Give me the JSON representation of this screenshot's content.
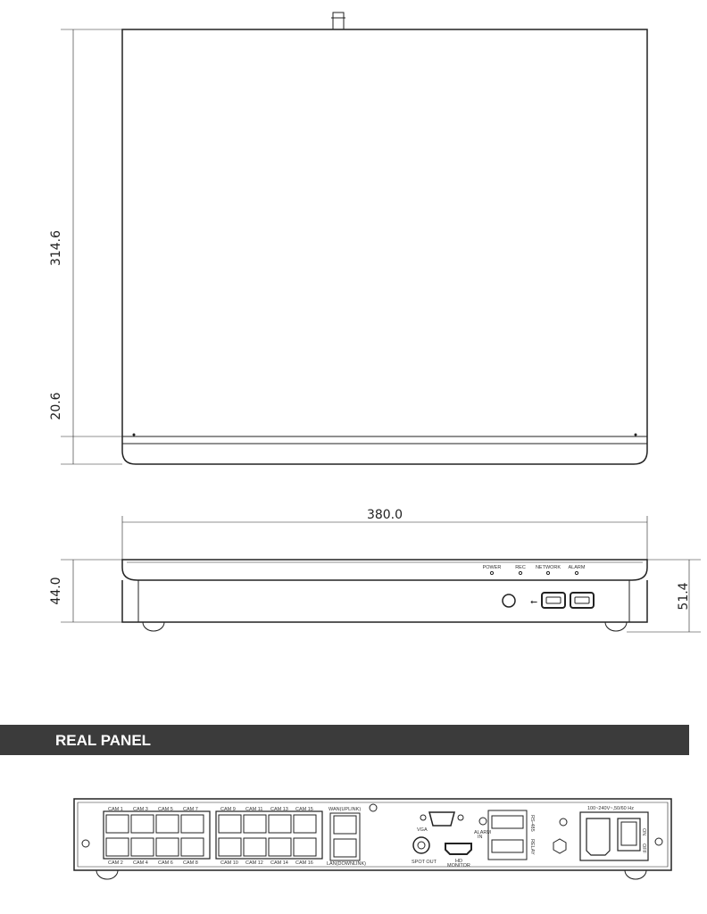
{
  "dimensions": {
    "depth": "314.6",
    "bezel_depth": "20.6",
    "width": "380.0",
    "height": "44.0",
    "height_with_feet": "51.4"
  },
  "front_panel": {
    "leds": [
      "POWER",
      "REC",
      "NETWORK",
      "ALARM"
    ]
  },
  "banner": {
    "title": "REAL PANEL"
  },
  "rear_panel": {
    "cam_top": [
      "CAM 1",
      "CAM 3",
      "CAM 5",
      "CAM 7",
      "CAM 9",
      "CAM 11",
      "CAM 13",
      "CAM 15"
    ],
    "cam_bottom": [
      "CAM 2",
      "CAM 4",
      "CAM 6",
      "CAM 8",
      "CAM 10",
      "CAM 12",
      "CAM 14",
      "CAM 16"
    ],
    "wan": "WAN(UPLINK)",
    "lan": "LAN(DOWNLINK)",
    "vga": "VGA",
    "spot_out": "SPOT OUT",
    "hd_monitor_1": "HD",
    "hd_monitor_2": "MONITOR",
    "alarm_in_1": "ALARM",
    "alarm_in_2": "IN",
    "rs485": "RS-485",
    "relay": "RELAY",
    "power_rating": "100~240V~,50/60 Hz",
    "on": "ON",
    "off": "OFF"
  }
}
